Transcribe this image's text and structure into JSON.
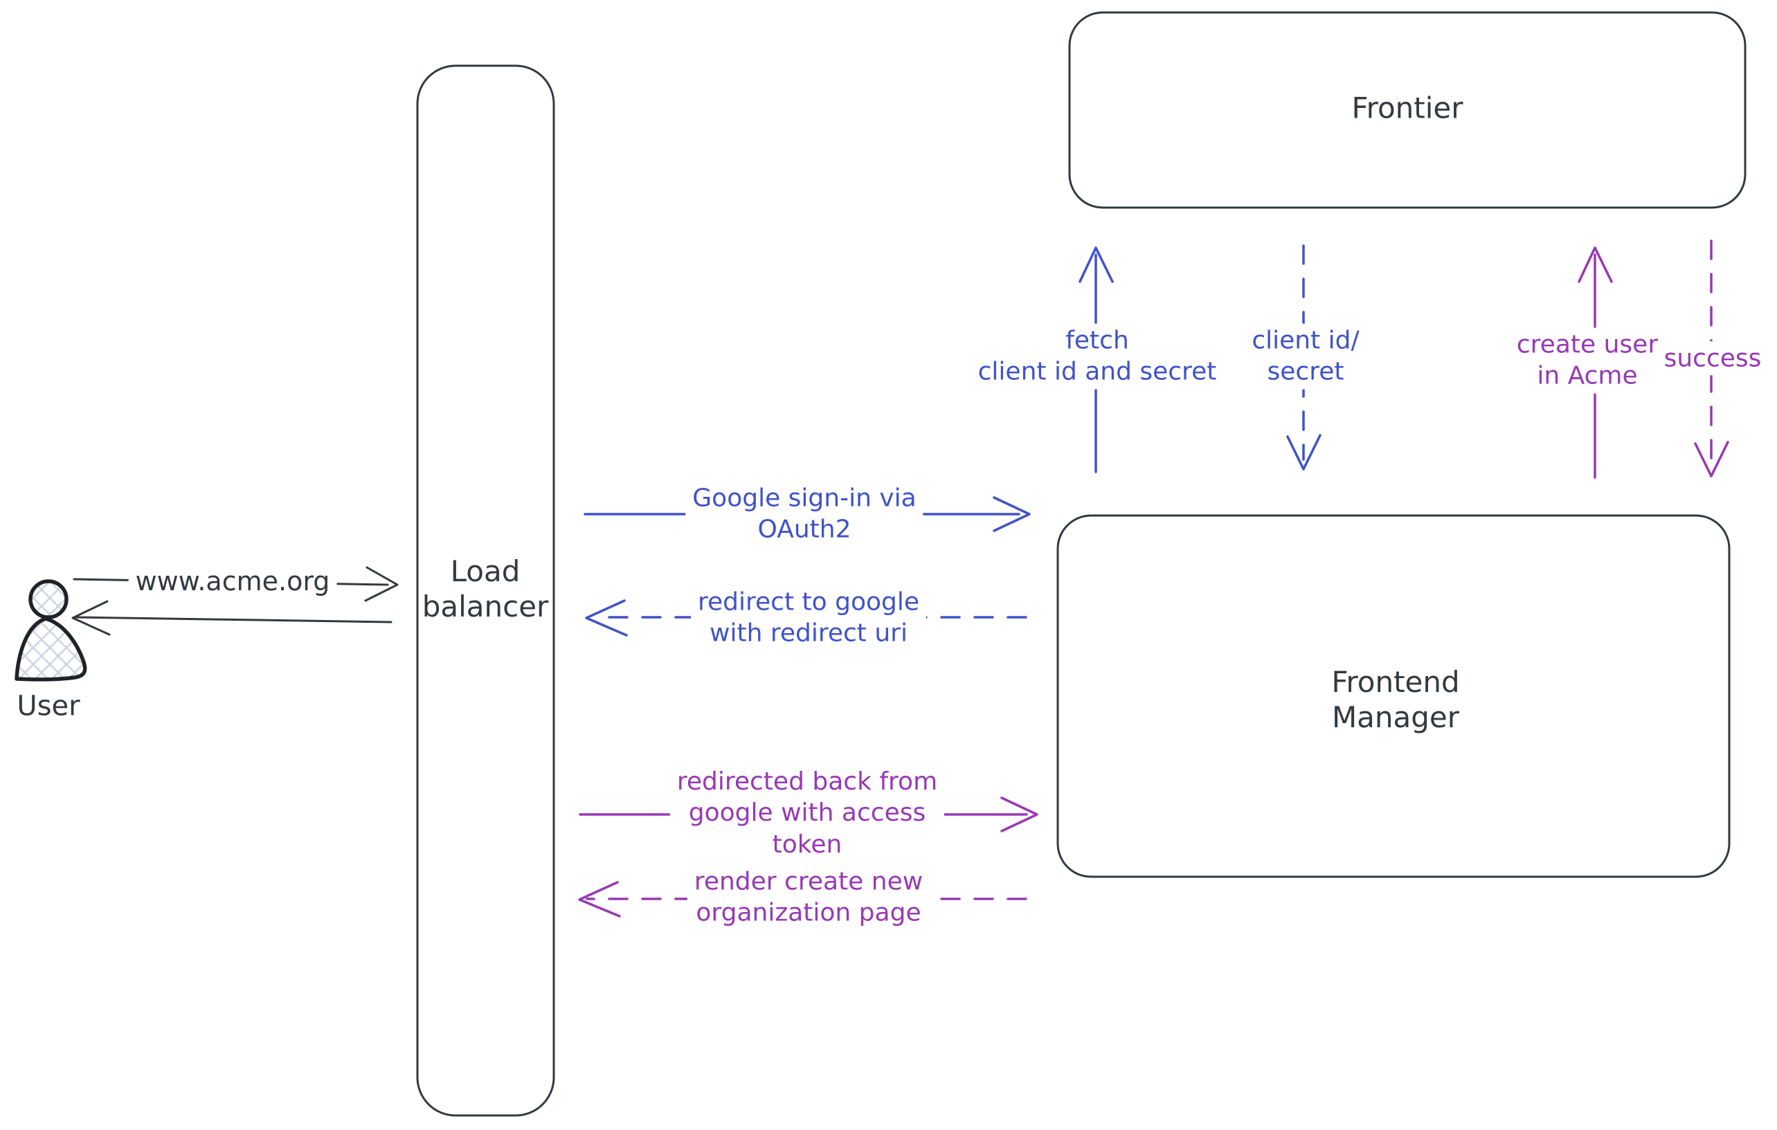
{
  "diagram": {
    "nodes": {
      "user": {
        "label": "User"
      },
      "load_balancer": {
        "label": "Load\nbalancer"
      },
      "frontier": {
        "label": "Frontier"
      },
      "frontend_manager": {
        "label": "Frontend\nManager"
      }
    },
    "messages": {
      "www_acme": {
        "label": "www.acme.org",
        "style": "solid",
        "direction": "right",
        "color": "#33393f"
      },
      "google_signin": {
        "label": "Google sign-in via\nOAuth2",
        "style": "solid",
        "direction": "right",
        "color": "#3f52c9"
      },
      "redirect_google": {
        "label": "redirect to google\nwith redirect uri",
        "style": "dashed",
        "direction": "left",
        "color": "#3f52c9"
      },
      "fetch_secret": {
        "label": "fetch\nclient id and secret",
        "style": "solid",
        "direction": "up",
        "color": "#3f52c9"
      },
      "client_id_secret": {
        "label": "client id/\nsecret",
        "style": "dashed",
        "direction": "down",
        "color": "#3f52c9"
      },
      "redirected_back": {
        "label": "redirected back from\ngoogle with access\ntoken",
        "style": "solid",
        "direction": "right",
        "color": "#9738b5"
      },
      "render_org_page": {
        "label": "render create new\norganization page",
        "style": "dashed",
        "direction": "left",
        "color": "#9738b5"
      },
      "create_user": {
        "label": "create user\nin Acme",
        "style": "solid",
        "direction": "up",
        "color": "#9738b5"
      },
      "success": {
        "label": "success",
        "style": "dashed",
        "direction": "down",
        "color": "#9738b5"
      }
    },
    "colors": {
      "ink": "#33393f",
      "blue": "#3f52c9",
      "purple": "#9738b5",
      "hatch_fill": "#ccd5dc",
      "background": "#ffffff"
    }
  }
}
